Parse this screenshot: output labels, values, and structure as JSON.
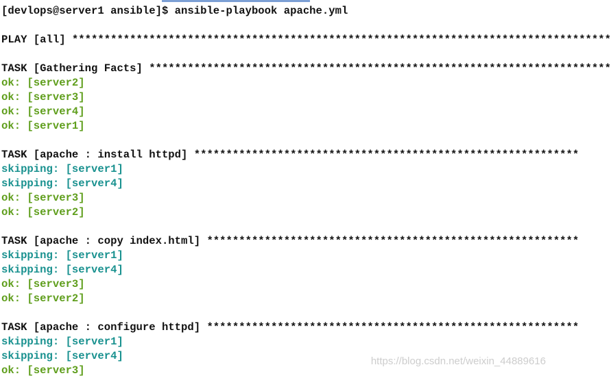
{
  "terminal": {
    "lines": [
      {
        "kind": "prompt",
        "text": "[devlops@server1 ansible]$ ansible-playbook apache.yml"
      },
      {
        "kind": "blank",
        "text": ""
      },
      {
        "kind": "play",
        "text": "PLAY [all] ************************************************************************************"
      },
      {
        "kind": "blank",
        "text": ""
      },
      {
        "kind": "task",
        "text": "TASK [Gathering Facts] ************************************************************************"
      },
      {
        "kind": "ok",
        "text": "ok: [server2]"
      },
      {
        "kind": "ok",
        "text": "ok: [server3]"
      },
      {
        "kind": "ok",
        "text": "ok: [server4]"
      },
      {
        "kind": "ok",
        "text": "ok: [server1]"
      },
      {
        "kind": "blank",
        "text": ""
      },
      {
        "kind": "task",
        "text": "TASK [apache : install httpd] ************************************************************"
      },
      {
        "kind": "skipping",
        "text": "skipping: [server1]"
      },
      {
        "kind": "skipping",
        "text": "skipping: [server4]"
      },
      {
        "kind": "ok",
        "text": "ok: [server3]"
      },
      {
        "kind": "ok",
        "text": "ok: [server2]"
      },
      {
        "kind": "blank",
        "text": ""
      },
      {
        "kind": "task",
        "text": "TASK [apache : copy index.html] **********************************************************"
      },
      {
        "kind": "skipping",
        "text": "skipping: [server1]"
      },
      {
        "kind": "skipping",
        "text": "skipping: [server4]"
      },
      {
        "kind": "ok",
        "text": "ok: [server3]"
      },
      {
        "kind": "ok",
        "text": "ok: [server2]"
      },
      {
        "kind": "blank",
        "text": ""
      },
      {
        "kind": "task",
        "text": "TASK [apache : configure httpd] **********************************************************"
      },
      {
        "kind": "skipping",
        "text": "skipping: [server1]"
      },
      {
        "kind": "skipping",
        "text": "skipping: [server4]"
      },
      {
        "kind": "ok",
        "text": "ok: [server3]"
      }
    ]
  },
  "watermark": "https://blog.csdn.net/weixin_44889616",
  "colors": {
    "ok": "#5f9e1c",
    "skipping": "#19918f",
    "text": "#111111",
    "background": "#ffffff",
    "accent": "#7b9fd4"
  }
}
